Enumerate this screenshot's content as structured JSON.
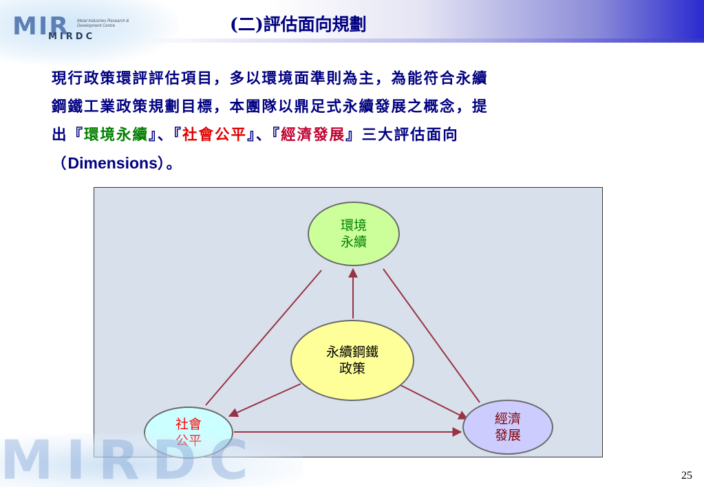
{
  "header": {
    "logo_main": "MIR",
    "logo_sub": "MIRDC",
    "logo_tagline": "Metal Industries Research & Development Centre",
    "title": "(二)評估面向規劃"
  },
  "body": {
    "line1": "現行政策環評評估項目，多以環境面準則為主，為能符合永續",
    "line2": "鋼鐵工業政策規劃目標，本團隊以鼎足式永續發展之概念，提",
    "line3_pre": "出『",
    "dim_env": "環境永續",
    "line3_sep1": "』、『",
    "dim_social": "社會公平",
    "line3_sep2": "』、『",
    "dim_econ": "經濟發展",
    "line3_post": "』三大評估面向",
    "line4_open": "（",
    "line4_latin": "Dimensions",
    "line4_close": "）。"
  },
  "diagram": {
    "env": {
      "line1": "環境",
      "line2": "永續"
    },
    "center": {
      "line1": "永續鋼鐵",
      "line2": "政策"
    },
    "social": {
      "line1": "社會",
      "line2": "公平"
    },
    "econ": {
      "line1": "經濟",
      "line2": "發展"
    },
    "colors": {
      "panel": "#d8e0ec",
      "env_fill": "#ccff99",
      "env_text": "#008000",
      "center_fill": "#ffff99",
      "center_text": "#000000",
      "social_fill": "#ccffff",
      "social_text": "#ff0000",
      "econ_fill": "#ccccff",
      "econ_text": "#800000",
      "connector": "#993344"
    }
  },
  "footer": {
    "watermark": "MIRDC",
    "page_number": "25"
  }
}
